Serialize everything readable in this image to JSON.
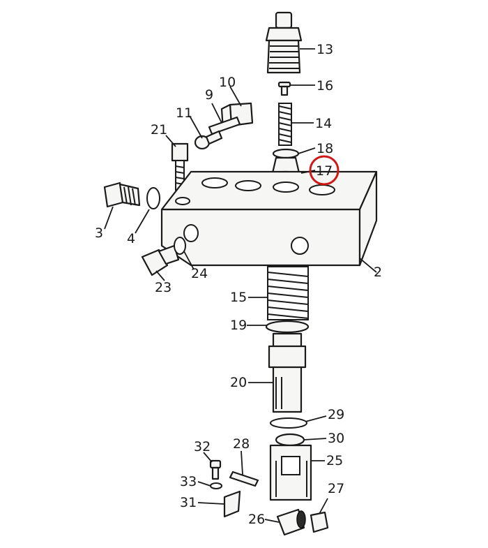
{
  "callouts": {
    "c13": "13",
    "c16": "16",
    "c14": "14",
    "c18": "18",
    "c17": "17",
    "c10": "10",
    "c9": "9",
    "c11": "11",
    "c21": "21",
    "c3": "3",
    "c4": "4",
    "c2": "2",
    "c24": "24",
    "c23": "23",
    "c15": "15",
    "c19": "19",
    "c20": "20",
    "c29": "29",
    "c30": "30",
    "c32": "32",
    "c28": "28",
    "c25": "25",
    "c33": "33",
    "c31": "31",
    "c27": "27",
    "c26": "26"
  },
  "highlight": {
    "part": "17",
    "color": "#d01818"
  }
}
